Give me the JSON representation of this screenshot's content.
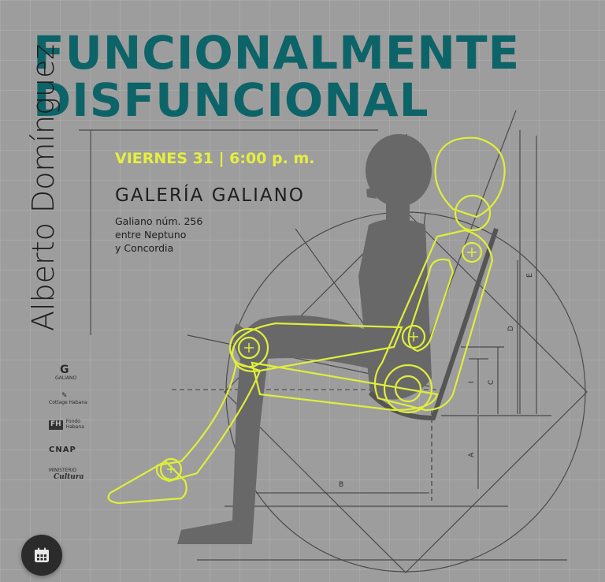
{
  "poster": {
    "title_line1": "FUNCIONALMENTE",
    "title_line2": "DISFUNCIONAL",
    "artist": "Alberto Domínguez",
    "event": {
      "date_time": "VIERNES 31 | 6:00 p. m.",
      "venue": "GALERÍA GALIANO",
      "address_line1": "Galiano núm. 256",
      "address_line2": "entre Neptuno",
      "address_line3": "y Concordia"
    },
    "diagram_labels": {
      "a": "A",
      "b": "B",
      "c": "C",
      "d": "D",
      "e": "E",
      "i": "I"
    },
    "logos": [
      {
        "mark": "G",
        "text": "GALIANO"
      },
      {
        "mark": "✎",
        "text": "Cottage Habana"
      },
      {
        "mark": "FH",
        "text": "Fondo Habana"
      },
      {
        "mark": "CNAP",
        "text": ""
      },
      {
        "mark": "Cultura",
        "text": "MINISTERIO"
      }
    ],
    "colors": {
      "title": "#0d6468",
      "accent": "#e7ef3e",
      "background": "#9d9d9d",
      "text": "#1e1e1e"
    }
  },
  "overlay": {
    "calendar_icon": "calendar-icon"
  }
}
